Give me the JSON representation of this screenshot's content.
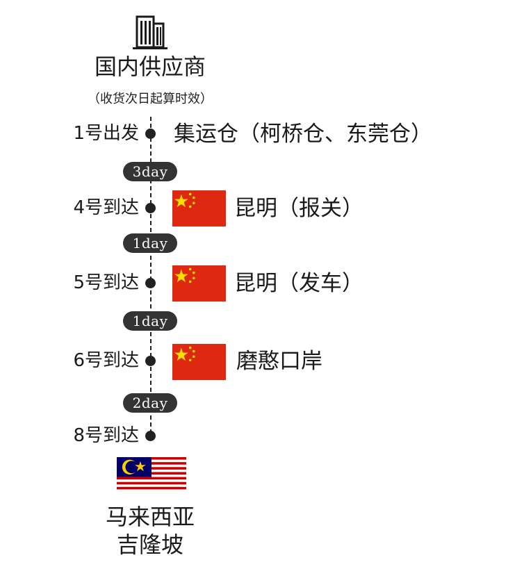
{
  "origin": {
    "icon": "building-icon",
    "title": "国内供应商",
    "note": "（收货次日起算时效）"
  },
  "stops": [
    {
      "day": "1号出发",
      "flag": null,
      "place": "集运仓（柯桥仓、东莞仓）"
    },
    {
      "day": "4号到达",
      "flag": "china",
      "place": "昆明（报关）"
    },
    {
      "day": "5号到达",
      "flag": "china",
      "place": "昆明（发车）"
    },
    {
      "day": "6号到达",
      "flag": "china",
      "place": "磨憨口岸"
    },
    {
      "day": "8号到达",
      "flag": null,
      "place": ""
    }
  ],
  "durations": [
    "3day",
    "1day",
    "1day",
    "2day"
  ],
  "destination": {
    "flag": "malaysia",
    "line1": "马来西亚",
    "line2": "吉隆坡"
  },
  "colors": {
    "text": "#1a1a1a",
    "pill": "#333333",
    "china_red": "#de2910",
    "china_star": "#ffde00",
    "malaysia_red": "#cc0001",
    "malaysia_blue": "#010066",
    "malaysia_yellow": "#ffcc00"
  }
}
